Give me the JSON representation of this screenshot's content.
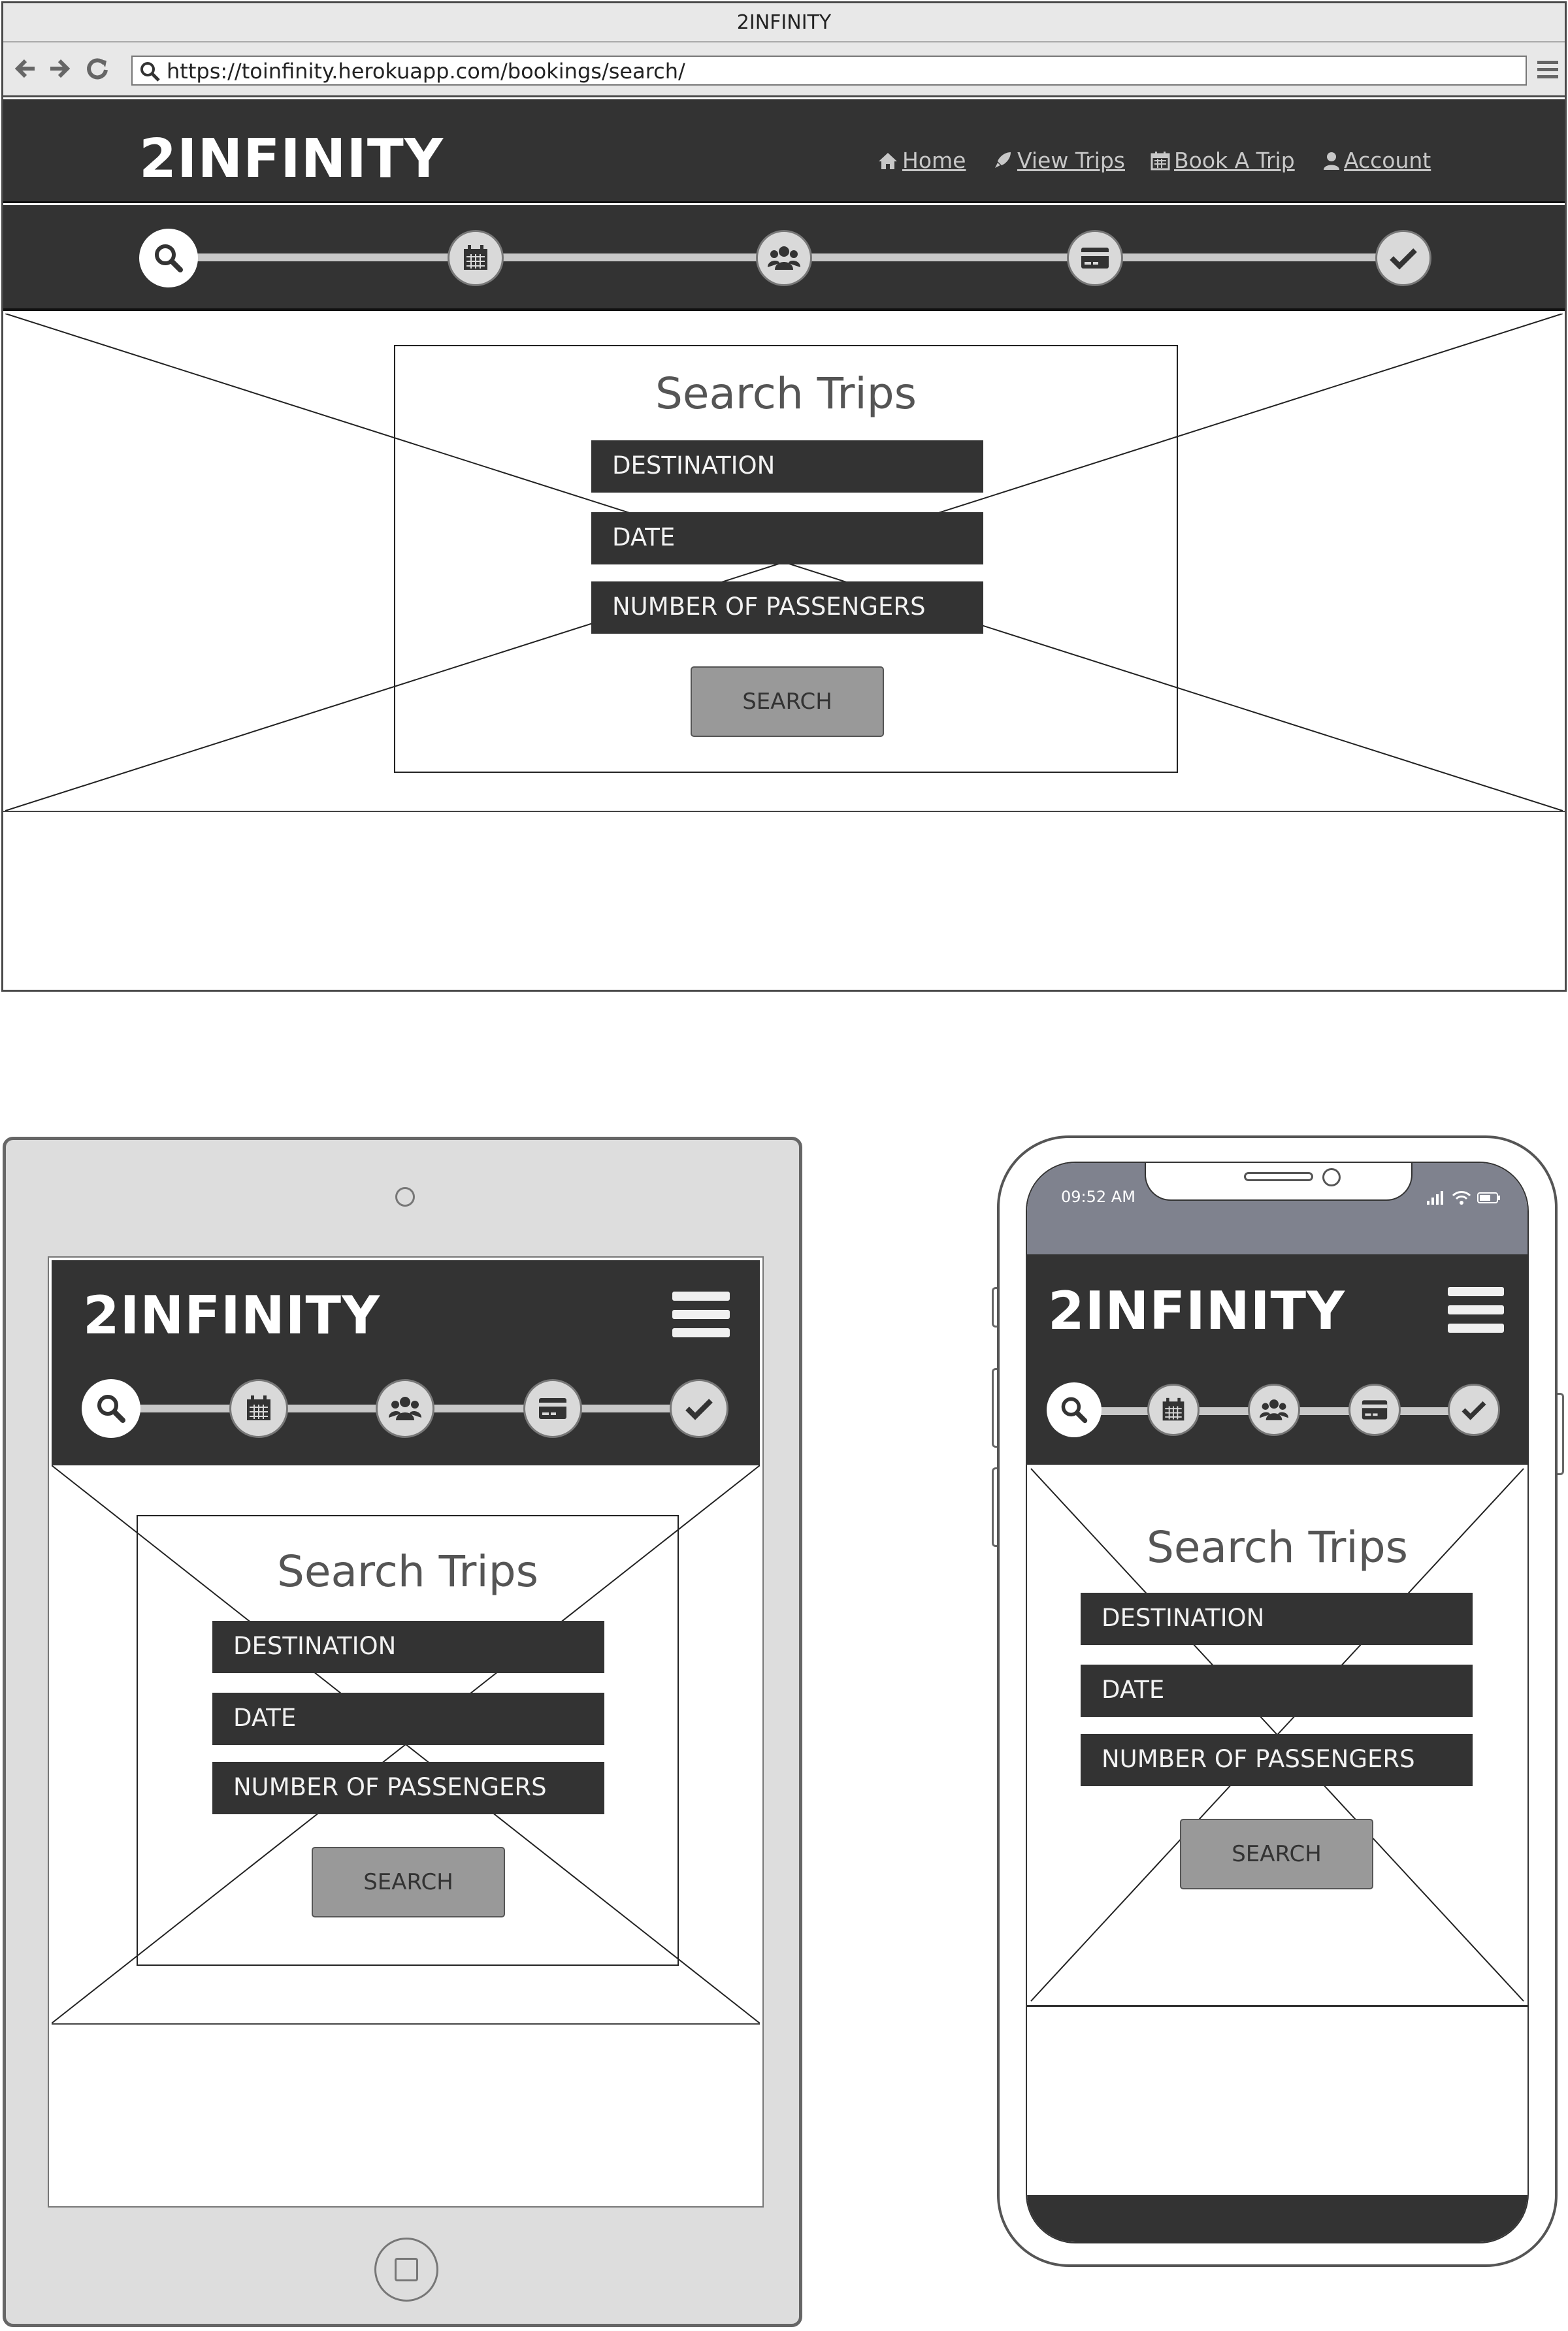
{
  "window": {
    "title": "2INFINITY"
  },
  "browser": {
    "url": "https://toinfinity.herokuapp.com/bookings/search/"
  },
  "brand": {
    "logo": "2INFINITY"
  },
  "nav": {
    "home": "Home",
    "view_trips": "View Trips",
    "book_trip": "Book A Trip",
    "account": "Account"
  },
  "steps": [
    "search-icon",
    "calendar-icon",
    "users-icon",
    "credit-card-icon",
    "check-icon"
  ],
  "search_form": {
    "title": "Search Trips",
    "destination": "DESTINATION",
    "date": "DATE",
    "passengers": "NUMBER OF PASSENGERS",
    "button": "SEARCH"
  },
  "phone_status": {
    "time": "09:52 AM"
  },
  "colors": {
    "header_bg": "#333333",
    "field_bg": "#333333",
    "button_bg": "#999999",
    "device_frame": "#dddddd",
    "phone_status_bar": "#7f828e"
  }
}
